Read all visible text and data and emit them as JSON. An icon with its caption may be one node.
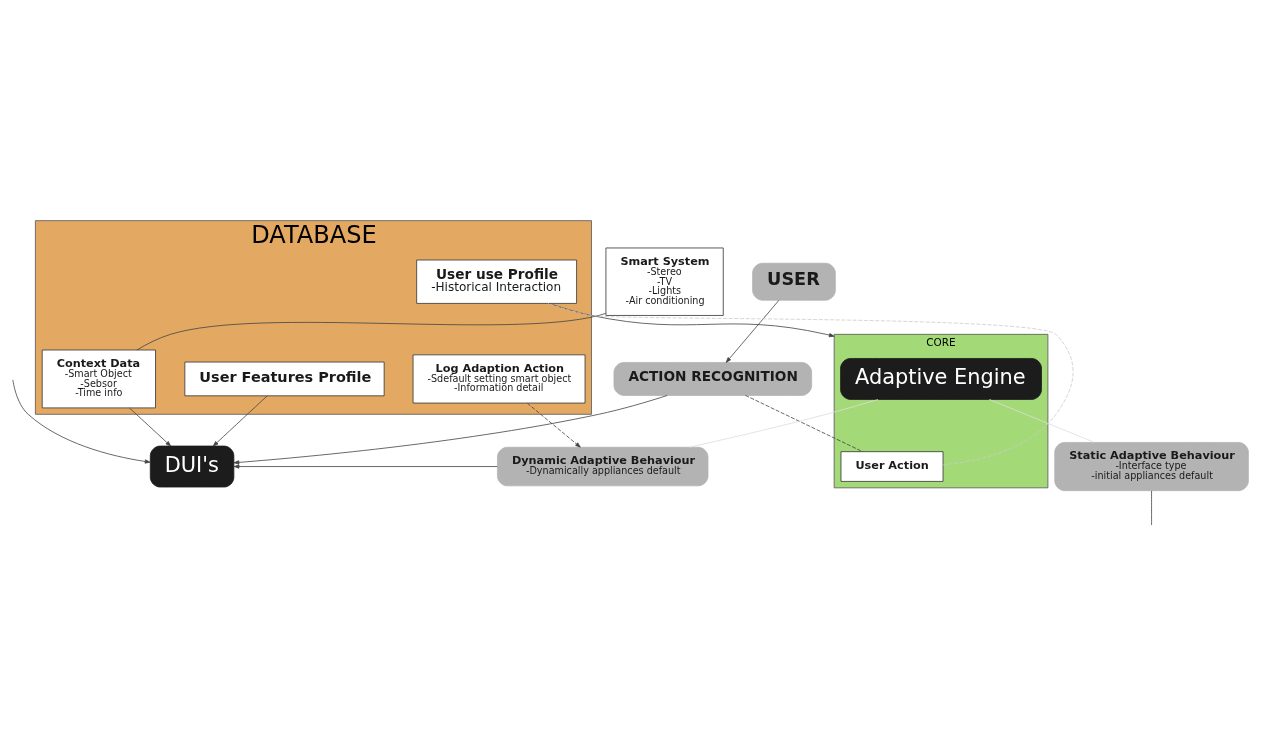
{
  "diagram": {
    "nodes": [
      {
        "text": [
          "DATABASE"
        ]
      },
      {
        "text": [
          "User Features Profile"
        ],
        "in": 0
      },
      {
        "text": [
          "Context Data",
          "-Smart Object -Sebsor -Time info"
        ],
        "in": 0
      },
      {
        "text": [
          "Log Adaption Action",
          "-Sdefault setting smart object -Information detail"
        ],
        "in": 0
      },
      {
        "text": [
          "User use Profile",
          "-Historical Interaction"
        ],
        "in": 0
      },
      {
        "text": [
          "Smart System",
          "-Stereo -TV -Lights -Air conditioning"
        ]
      },
      {
        "text": [
          "USER"
        ]
      },
      {
        "text": [
          "ACTION RECOGNITION"
        ]
      },
      {
        "text": [
          "DUI's"
        ]
      },
      {
        "text": [
          "CORE"
        ]
      },
      {
        "text": [
          "User Action"
        ],
        "in": 9
      },
      {
        "text": [
          "Adaptive Engine"
        ],
        "in": 9
      },
      {
        "text": [
          "Dynamic Adaptive Behaviour",
          "-Dynamically appliances default"
        ]
      },
      {
        "text": [
          "Static Adaptive Behaviour",
          "-Interface type -initial appliances default"
        ]
      }
    ],
    "edges": [
      {
        "from": 2,
        "to": 5,
        "arrow": "none"
      },
      {
        "from": 1,
        "to": 8,
        "arrow": "to"
      },
      {
        "from": 2,
        "to": 8,
        "arrow": "to"
      },
      {
        "from": 3,
        "to": 12,
        "arrow": "to",
        "style": "dashed"
      },
      {
        "from": 4,
        "to": 9,
        "arrow": "to"
      },
      {
        "from": 6,
        "to": 7,
        "arrow": "to"
      },
      {
        "from": 7,
        "to": 8,
        "arrow": "to"
      },
      {
        "from": 7,
        "to": 10,
        "arrow": "none",
        "style": "dashed"
      },
      {
        "from": 10,
        "to": 4,
        "arrow": "none",
        "style": "dashed",
        "color": "#cccccc"
      },
      {
        "from": 11,
        "to": 12,
        "arrow": "none",
        "color": "#dddddd"
      },
      {
        "from": 11,
        "to": 13,
        "arrow": "none",
        "color": "#dddddd"
      },
      {
        "from": 12,
        "to": 8,
        "arrow": "to"
      },
      {
        "from": null,
        "to": 8,
        "arrow": "to"
      },
      {
        "from": 13,
        "to": null,
        "arrow": "none"
      }
    ]
  }
}
